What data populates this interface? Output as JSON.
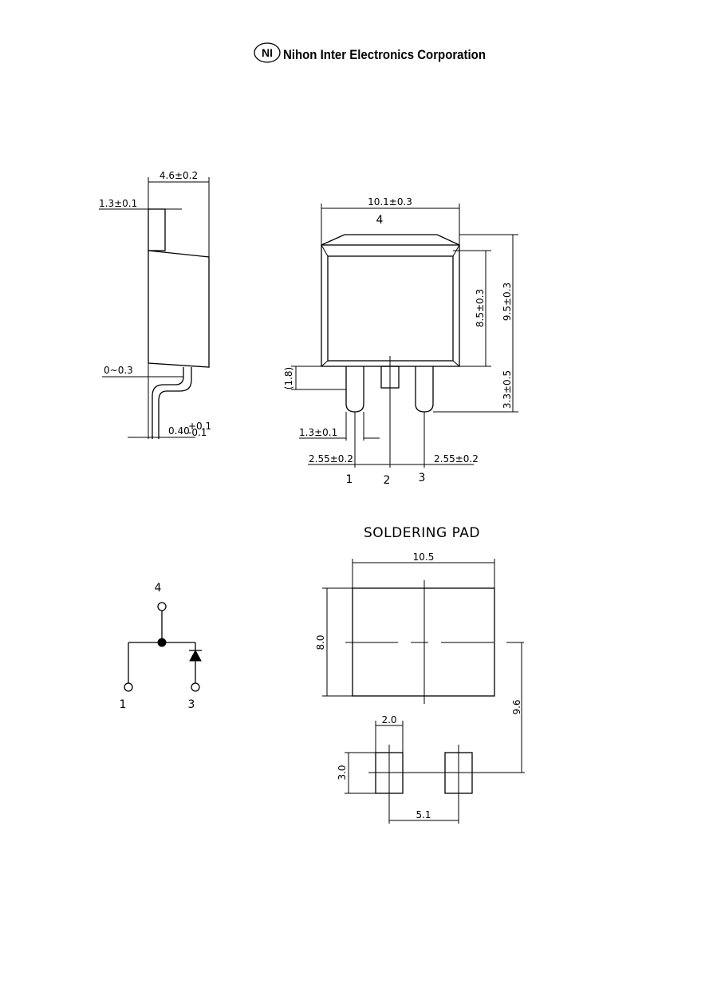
{
  "header": {
    "logo_text": "NI",
    "company": "Nihon Inter Electronics Corporation"
  },
  "side_view": {
    "body_thickness": "4.6±0.2",
    "tab_thickness": "1.3±0.1",
    "standoff": "0~0.3",
    "lead_thickness": "0.40",
    "lead_tol_plus": "+0.1",
    "lead_tol_minus": "-0.1"
  },
  "front_view": {
    "body_width": "10.1±0.3",
    "tab_pin_label": "4",
    "body_height": "8.5±0.3",
    "total_height": "9.5±0.3",
    "lead_bend": "(1.8)",
    "lead_length": "3.3±0.5",
    "lead_width": "1.3±0.1",
    "pitch_left": "2.55±0.2",
    "pitch_right": "2.55±0.2",
    "pin1": "1",
    "pin2": "2",
    "pin3": "3"
  },
  "schematic": {
    "pin_top": "4",
    "pin_left": "1",
    "pin_right": "3"
  },
  "soldering_pad": {
    "title": "SOLDERING PAD",
    "pad_width": "10.5",
    "pad_height": "8.0",
    "center_distance": "9.6",
    "small_pad_width": "2.0",
    "small_pad_height": "3.0",
    "small_pad_pitch": "5.1"
  }
}
